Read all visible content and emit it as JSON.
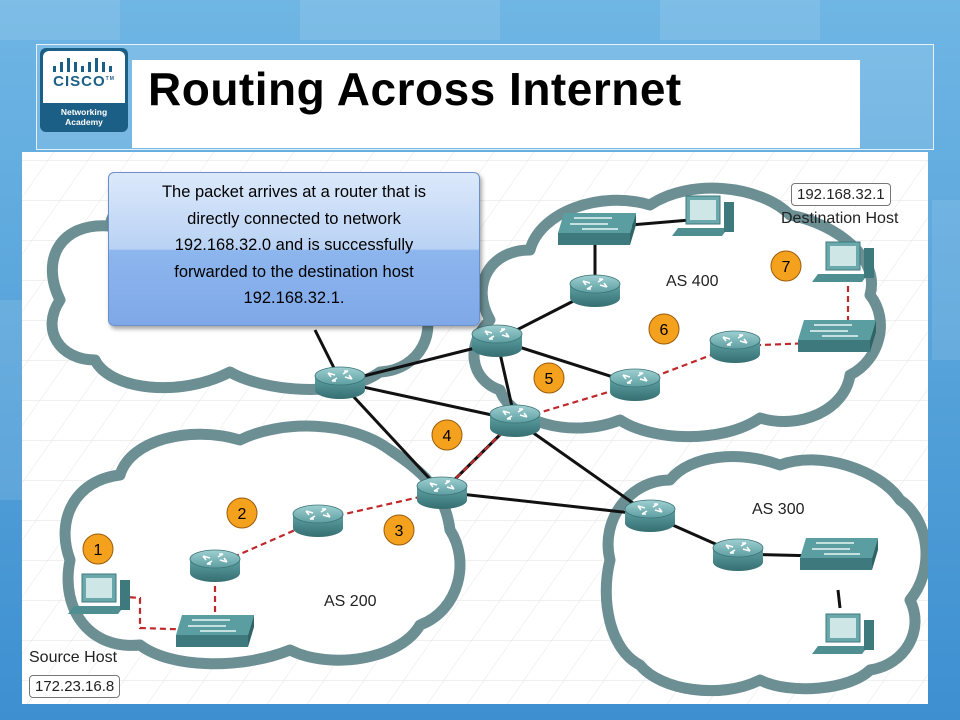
{
  "slide": {
    "title": "Routing Across Internet",
    "logo": {
      "brand": "CISCO",
      "trademark": "TM",
      "line1": "Networking",
      "line2": "Academy"
    }
  },
  "callout": {
    "lines": [
      "The packet arrives at a router that is",
      "directly connected to network",
      "192.168.32.0 and is successfully",
      "forwarded to the destination host",
      "192.168.32.1."
    ]
  },
  "labels": {
    "as400": "AS 400",
    "as300": "AS 300",
    "as200": "AS 200",
    "destination_host": "Destination Host",
    "destination_ip": "192.168.32.1",
    "source_host": "Source Host",
    "source_ip": "172.23.16.8"
  },
  "steps": [
    "1",
    "2",
    "3",
    "4",
    "5",
    "6",
    "7"
  ],
  "colors": {
    "cloud_stroke": "#6c8f94",
    "router": "#4d8f93",
    "device": "#5b9ea2",
    "step_badge": "#f4a11e",
    "packet_path": "#c0292b",
    "link": "#111111"
  }
}
